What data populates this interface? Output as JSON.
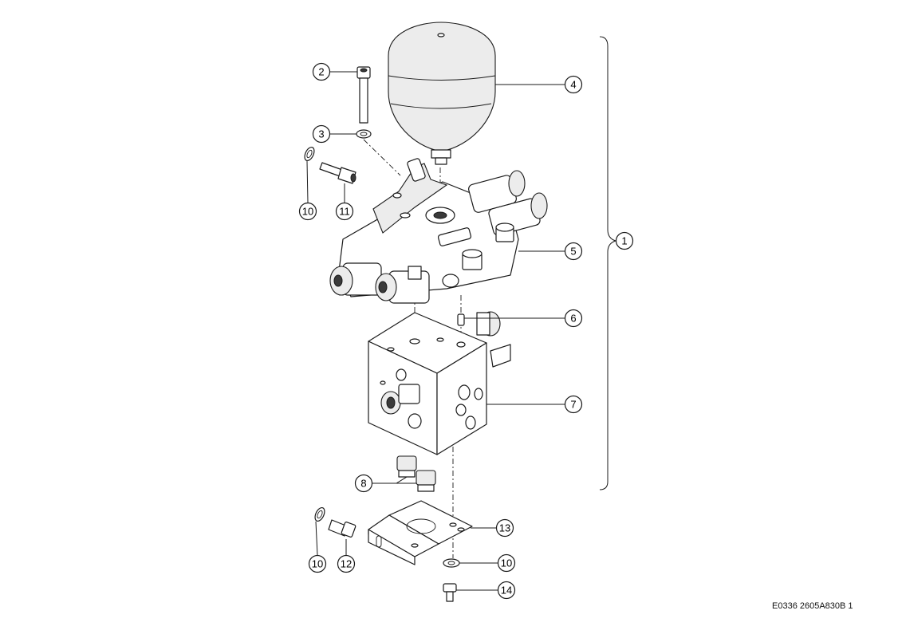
{
  "callouts": {
    "c1": "1",
    "c2": "2",
    "c3": "3",
    "c4": "4",
    "c5": "5",
    "c6": "6",
    "c7": "7",
    "c8": "8",
    "c10a": "10",
    "c10b": "10",
    "c10c": "10",
    "c11": "11",
    "c12": "12",
    "c13": "13",
    "c14": "14"
  },
  "reference_code": "E0336 2605A830B 1"
}
